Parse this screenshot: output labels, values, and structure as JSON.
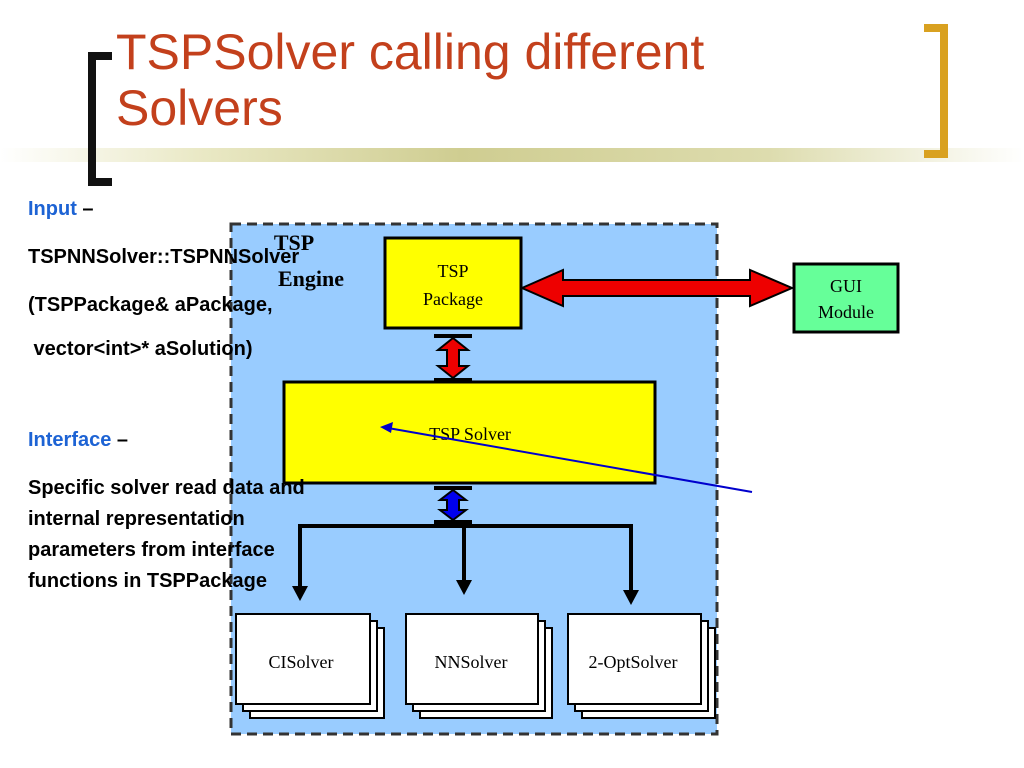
{
  "title_lines": [
    "TSPSolver calling different",
    "Solvers"
  ],
  "colors": {
    "title": "#c3401c",
    "bracket_dark": "#111111",
    "bracket_gold": "#d9a120",
    "engine_fill": "#99ccff",
    "package_fill": "#ffff00",
    "gui_fill": "#66ff99",
    "arrow_red": "#ee0000",
    "arrow_blue": "#0000ee",
    "link_label": "#1d63d4"
  },
  "left_panel": {
    "input_label": "Input",
    "input_dash": " –",
    "signature_lines": [
      "TSPNNSolver::TSPNNSolver",
      "(TSPPackage& aPackage,",
      " vector<int>* aSolution)"
    ],
    "interface_label": "Interface",
    "interface_dash": " –",
    "description_lines": [
      "Specific solver read data and",
      "internal representation",
      "parameters from interface",
      "functions in TSPPackage"
    ]
  },
  "diagram": {
    "engine_label_lines": [
      "TSP",
      "Engine"
    ],
    "package_label_lines": [
      "TSP",
      "Package"
    ],
    "gui_label_lines": [
      "GUI",
      "Module"
    ],
    "solver_label": "TSP Solver",
    "solvers": [
      "CISolver",
      "NNSolver",
      "2-OptSolver"
    ]
  }
}
